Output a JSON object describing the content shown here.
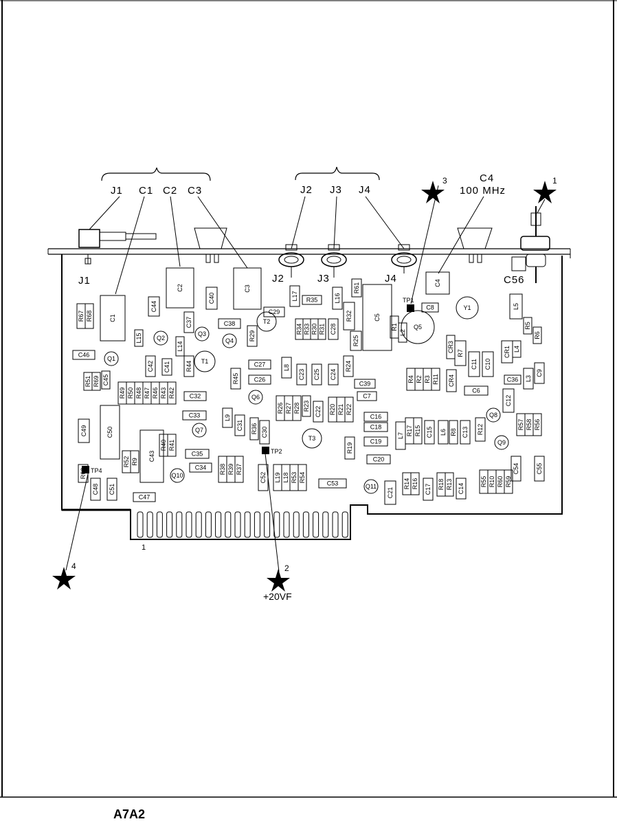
{
  "labels": {
    "group_left": [
      "J1",
      "C1",
      "C2",
      "C3"
    ],
    "group_right": [
      "J2",
      "J3",
      "J4"
    ],
    "c4_ref": "C4",
    "c4_value": "100 MHz",
    "conn_j1": "J1",
    "conn_j2": "J2",
    "conn_j3": "J3",
    "conn_j4": "J4",
    "c56": "C56",
    "star_1": "1",
    "star_2": "2",
    "star_3": "3",
    "star_4": "4",
    "voltage": "+20VF",
    "edge_pin": "1",
    "assembly": "A7A2"
  },
  "components": {
    "resistors": [
      "R67",
      "R68",
      "R51",
      "R69",
      "R49",
      "R50",
      "R48",
      "R47",
      "R46",
      "R43",
      "R42",
      "R44",
      "R45",
      "R29",
      "R35",
      "R34",
      "R33",
      "R30",
      "R31",
      "R32",
      "R61",
      "R25",
      "R24",
      "R26",
      "R27",
      "R28",
      "R23",
      "R20",
      "R21",
      "R22",
      "R19",
      "R36",
      "R38",
      "R39",
      "R37",
      "R53",
      "R54",
      "R40",
      "R41",
      "R52",
      "R9",
      "R62",
      "R1",
      "R7",
      "R5",
      "R6",
      "R4",
      "R2",
      "R3",
      "R11",
      "R17",
      "R15",
      "R8",
      "R12",
      "R57",
      "R58",
      "R56",
      "R14",
      "R16",
      "R18",
      "R13",
      "R55",
      "R10",
      "R60",
      "R59"
    ],
    "capacitors": [
      "C1",
      "C2",
      "C3",
      "C44",
      "C40",
      "C37",
      "C38",
      "C29",
      "C28",
      "C46",
      "C42",
      "C41",
      "C45",
      "C27",
      "C26",
      "C23",
      "C25",
      "C24",
      "C39",
      "C7",
      "C32",
      "C33",
      "C31",
      "C22",
      "C16",
      "C18",
      "C19",
      "C20",
      "C30",
      "C35",
      "C34",
      "C49",
      "C50",
      "C43",
      "C52",
      "C53",
      "C48",
      "C51",
      "C47",
      "C5",
      "C8",
      "C4",
      "C11",
      "C10",
      "C6",
      "C36",
      "C9",
      "C12",
      "C15",
      "C13",
      "C55",
      "C54",
      "C17",
      "C14",
      "C21",
      "C56"
    ],
    "inductors": [
      "L15",
      "L14",
      "L17",
      "L16",
      "L8",
      "L9",
      "L19",
      "L18",
      "L2",
      "L5",
      "L4",
      "L3",
      "L7",
      "L6"
    ],
    "transistors": [
      "Q1",
      "Q2",
      "Q3",
      "Q4",
      "Q5",
      "Q6",
      "Q7",
      "Q8",
      "Q9",
      "Q10",
      "Q11"
    ],
    "transformers": [
      "T1",
      "T2",
      "T3"
    ],
    "diodes": [
      "CR1",
      "CR3",
      "CR4"
    ],
    "crystal": "Y1",
    "test_points": [
      "TP1",
      "TP2",
      "TP4"
    ]
  }
}
